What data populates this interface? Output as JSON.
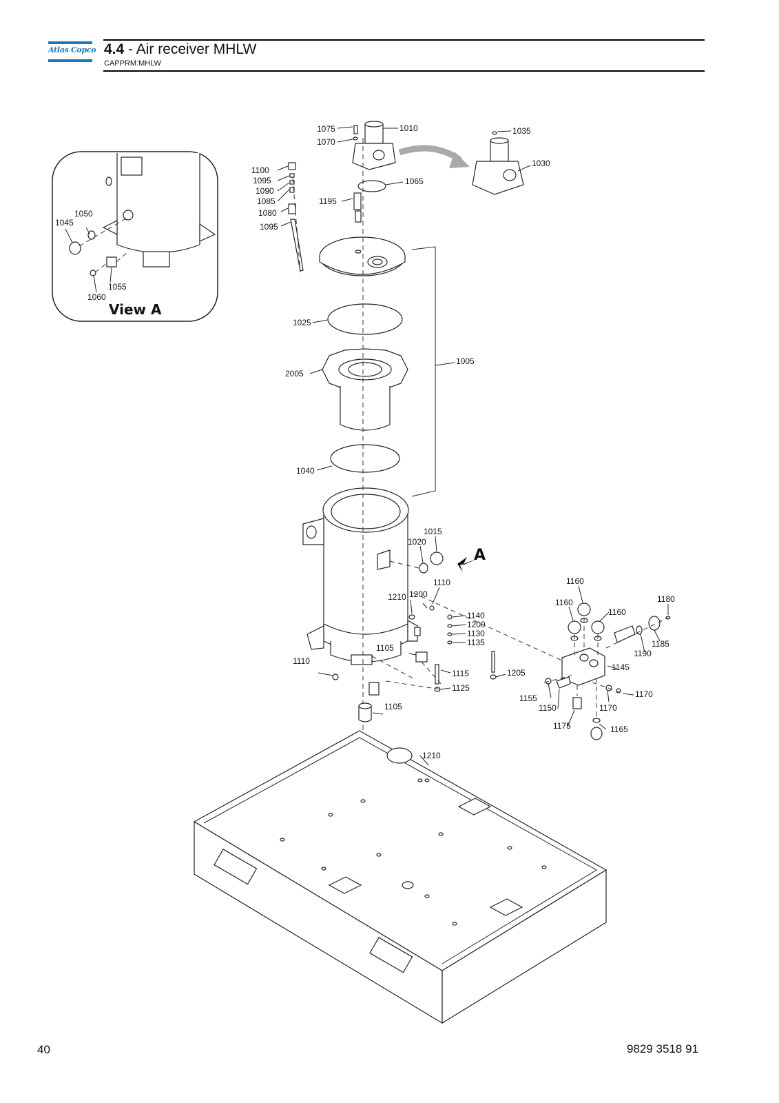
{
  "header": {
    "logo_text": "Atlas Copco",
    "section_number": "4.4",
    "section_title": " - Air receiver MHLW",
    "subtitle": "CAPPRM:MHLW"
  },
  "inset": {
    "caption": "View A"
  },
  "view_marker": "A",
  "callouts": {
    "c1075": "1075",
    "c1070": "1070",
    "c1010": "1010",
    "c1035": "1035",
    "c1030": "1030",
    "c1065": "1065",
    "c1100": "1100",
    "c1095a": "1095",
    "c1090": "1090",
    "c1085": "1085",
    "c1080": "1080",
    "c1095b": "1095",
    "c1195": "1195",
    "c1025": "1025",
    "c2005": "2005",
    "c1005": "1005",
    "c1040": "1040",
    "c1015": "1015",
    "c1020": "1020",
    "c1110a": "1110",
    "c1210a": "1210",
    "c1200a": "1200",
    "c1140": "1140",
    "c1200b": "1200",
    "c1130": "1130",
    "c1135": "1135",
    "c1105a": "1105",
    "c1110b": "1110",
    "c1115": "1115",
    "c1125": "1125",
    "c1205": "1205",
    "c1105b": "1105",
    "c1210b": "1210",
    "c1160a": "1160",
    "c1160b": "1160",
    "c1160c": "1160",
    "c1180": "1180",
    "c1185": "1185",
    "c1190": "1190",
    "c1145": "1145",
    "c1155": "1155",
    "c1150": "1150",
    "c1170a": "1170",
    "c1170b": "1170",
    "c1175": "1175",
    "c1165": "1165",
    "c1045": "1045",
    "c1050": "1050",
    "c1055": "1055",
    "c1060": "1060"
  },
  "footer": {
    "page_number": "40",
    "document_number": "9829 3518 91"
  },
  "colors": {
    "brand": "#1a78b8",
    "line": "#222222"
  }
}
